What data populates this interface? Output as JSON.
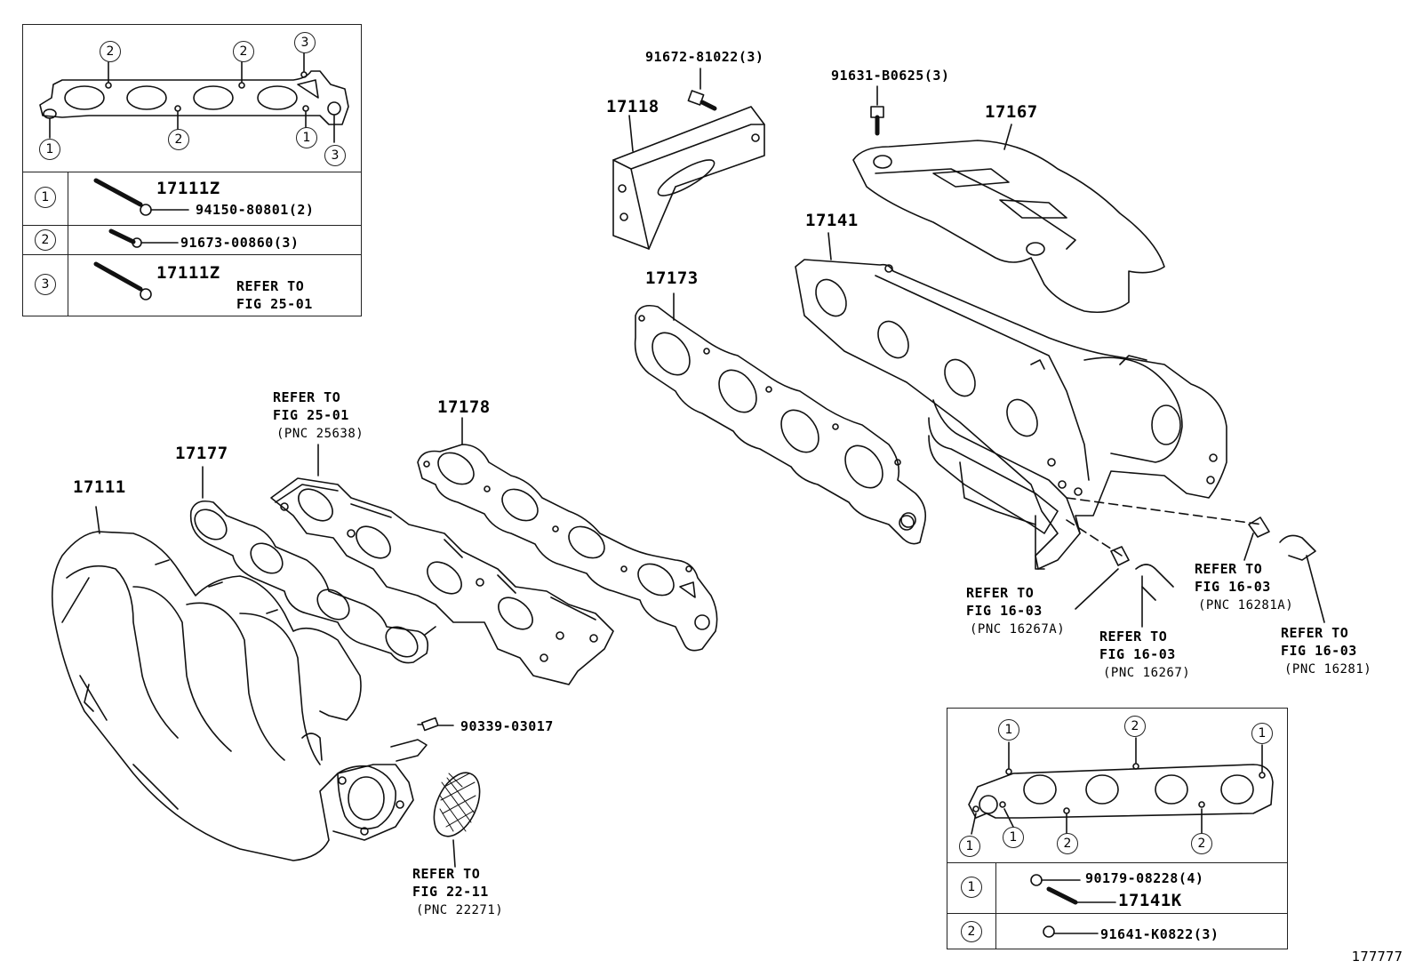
{
  "diagram_id": "177777",
  "parts": {
    "p17111": "17111",
    "p17177": "17177",
    "p17178": "17178",
    "p17173": "17173",
    "p17118": "17118",
    "p17141": "17141",
    "p17167": "17167",
    "b91672": "91672-81022(3)",
    "b91631": "91631-B0625(3)",
    "b90339": "90339-03017"
  },
  "refs": {
    "r25_1": "REFER TO",
    "r25_2": "FIG 25-01",
    "r25_3": "(PNC 25638)",
    "r22_1": "REFER TO",
    "r22_2": "FIG 22-11",
    "r22_3": "(PNC 22271)",
    "r16a_1": "REFER TO",
    "r16a_2": "FIG 16-03",
    "r16a_3": "(PNC 16267A)",
    "r16b_1": "REFER TO",
    "r16b_2": "FIG 16-03",
    "r16b_3": "(PNC 16267)",
    "r16c_1": "REFER TO",
    "r16c_2": "FIG 16-03",
    "r16c_3": "(PNC 16281A)",
    "r16d_1": "REFER TO",
    "r16d_2": "FIG 16-03",
    "r16d_3": "(PNC 16281)"
  },
  "legend_top": {
    "row1_num": "1",
    "row1_part_a": "17111Z",
    "row1_part_b": "94150-80801(2)",
    "row2_num": "2",
    "row2_part": "91673-00860(3)",
    "row3_num": "3",
    "row3_part": "17111Z",
    "row3_ref1": "REFER TO",
    "row3_ref2": "FIG 25-01",
    "key_1": "1",
    "key_2": "2",
    "key_3": "3"
  },
  "legend_bottom": {
    "row1_num": "1",
    "row1_part_a": "90179-08228(4)",
    "row1_part_b": "17141K",
    "row2_num": "2",
    "row2_part": "91641-K0822(3)",
    "key_1": "1",
    "key_2": "2"
  }
}
